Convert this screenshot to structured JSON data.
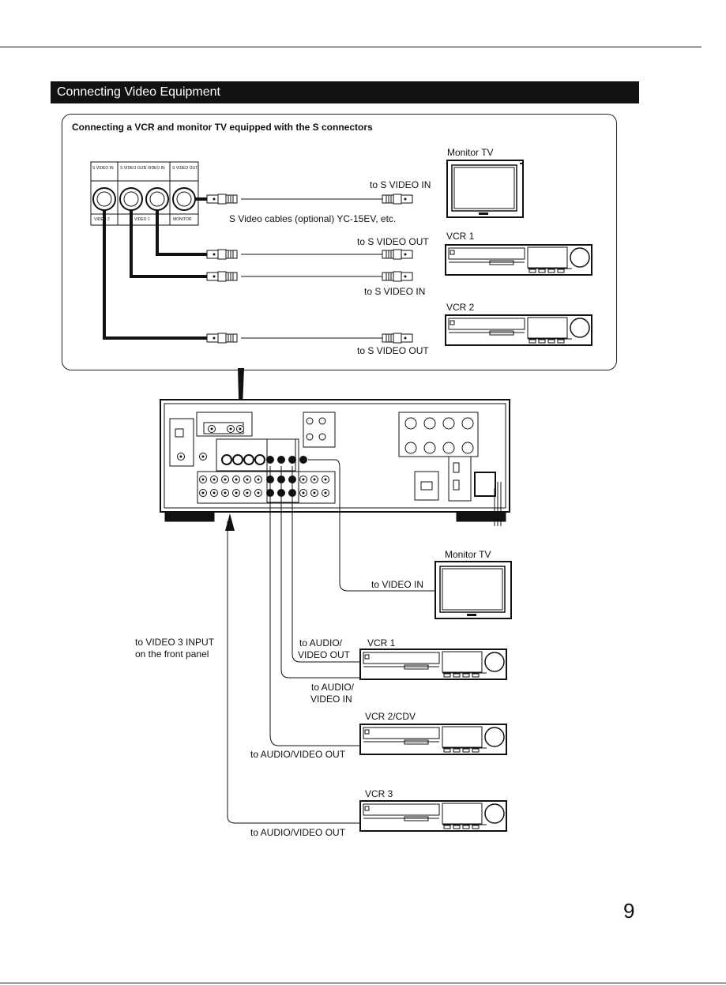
{
  "page": {
    "section_title": "Connecting Video Equipment",
    "subsection_title": "Connecting a VCR and monitor TV equipped with the S connectors",
    "page_number": "9"
  },
  "s_connectors": {
    "panel_labels": [
      "S VIDEO IN",
      "S VIDEO OUT",
      "S VIDEO IN",
      "S VIDEO OUT"
    ],
    "group_labels": [
      "VIDEO 2",
      "VIDEO 1",
      "MONITOR"
    ],
    "monitor_label": "Monitor TV",
    "vcr1_label": "VCR 1",
    "vcr2_label": "VCR 2",
    "to_s_video_in_monitor": "to S VIDEO IN",
    "cable_note": "S Video cables (optional) YC-15EV, etc.",
    "to_s_video_out_vcr1": "to S VIDEO OUT",
    "to_s_video_in_vcr1": "to S VIDEO IN",
    "to_s_video_out_vcr2": "to S VIDEO OUT"
  },
  "av_connections": {
    "monitor_label": "Monitor TV",
    "to_video_in": "to VIDEO IN",
    "front_input_line1": "to VIDEO 3 INPUT",
    "front_input_line2": "on the front panel",
    "vcr1_label": "VCR 1",
    "to_av_out_line1": "to AUDIO/",
    "to_av_out_line2": "VIDEO OUT",
    "to_av_in_line1": "to AUDIO/",
    "to_av_in_line2": "VIDEO IN",
    "vcr2_label": "VCR 2/CDV",
    "to_av_out_vcr2": "to AUDIO/VIDEO OUT",
    "vcr3_label": "VCR 3",
    "to_av_out_vcr3": "to AUDIO/VIDEO OUT"
  }
}
